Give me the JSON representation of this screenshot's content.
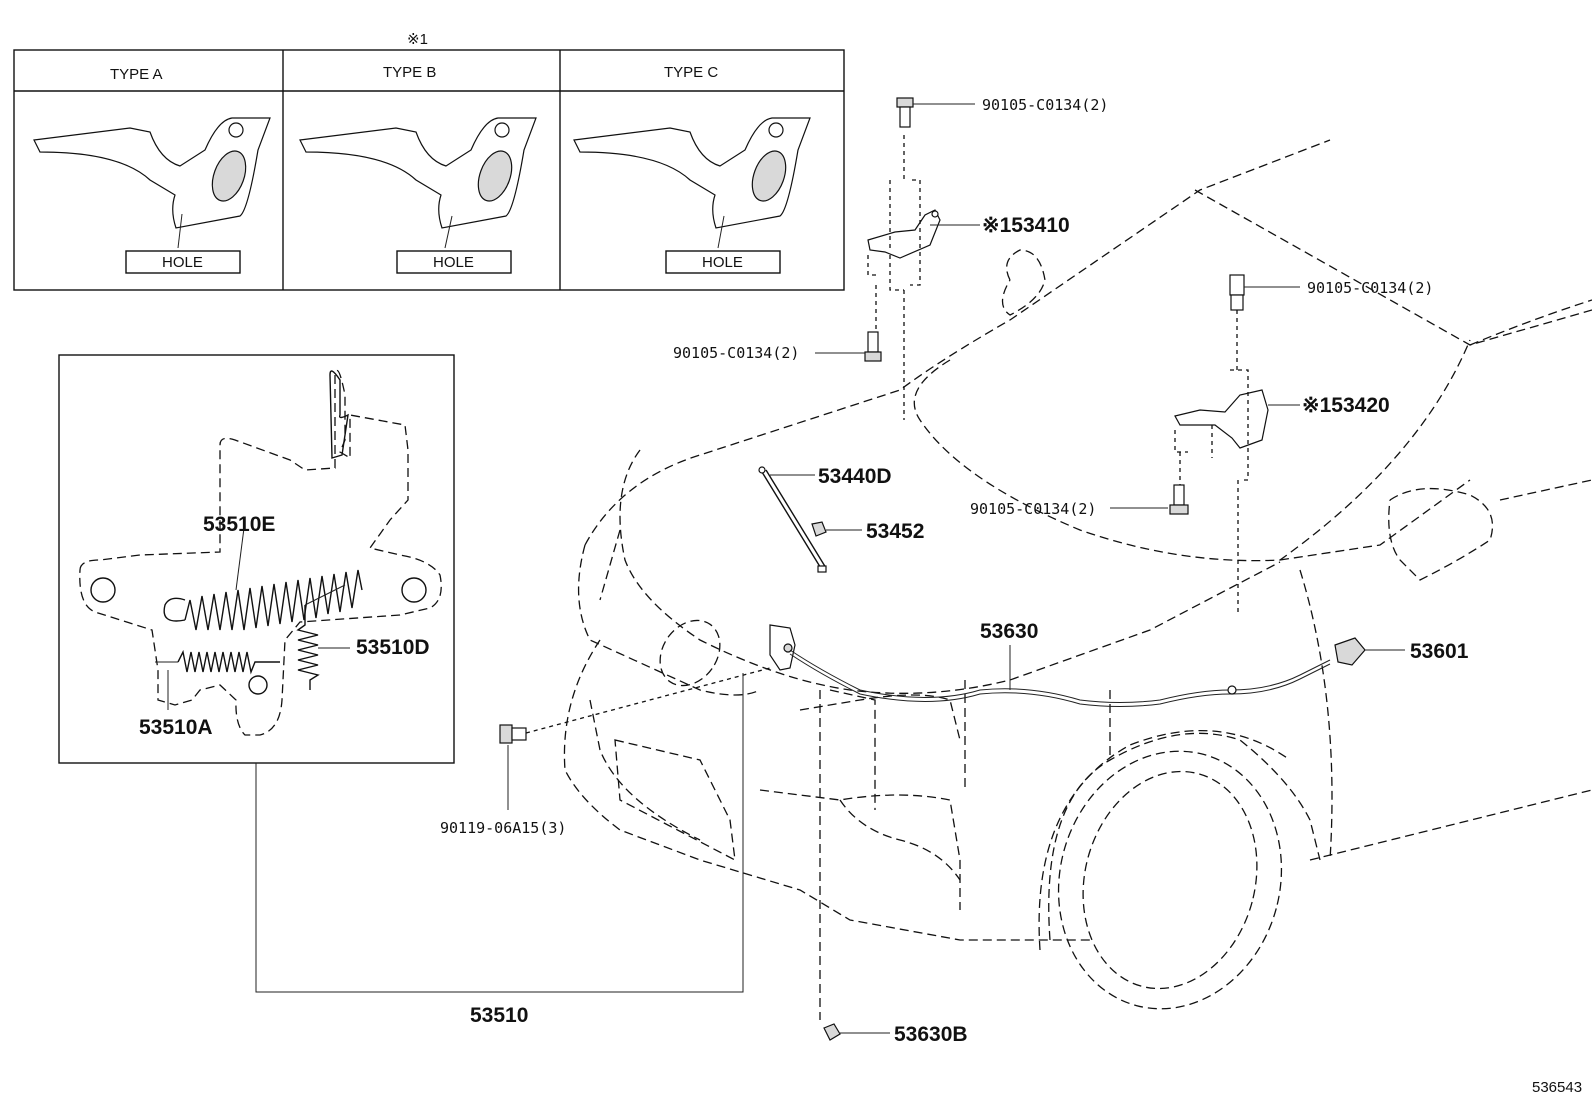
{
  "reference_mark": "※1",
  "types": {
    "a": {
      "title": "TYPE A",
      "hole": "HOLE"
    },
    "b": {
      "title": "TYPE B",
      "hole": "HOLE"
    },
    "c": {
      "title": "TYPE C",
      "hole": "HOLE"
    }
  },
  "callouts": {
    "bolt_hinge_left_top": "90105-C0134(2)",
    "hinge_left": "※153410",
    "bolt_hinge_left_bottom": "90105-C0134(2)",
    "bolt_hinge_right_top": "90105-C0134(2)",
    "hinge_right": "※153420",
    "bolt_hinge_right_bottom": "90105-C0134(2)",
    "support_rod": "53440D",
    "rod_holder": "53452",
    "spring_e": "53510E",
    "spring_d": "53510D",
    "spring_a": "53510A",
    "lock_assembly": "53510",
    "bolt_lock": "90119-06A15(3)",
    "release_cable": "53630",
    "release_lever": "53601",
    "cable_clamp": "53630B"
  },
  "diagram_code": "536543"
}
